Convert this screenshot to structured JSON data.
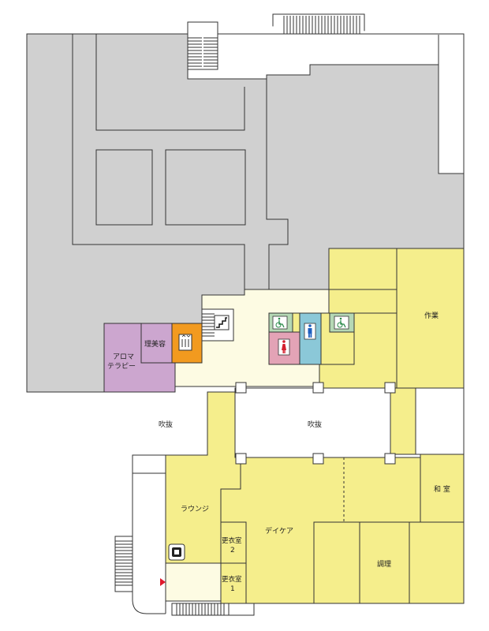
{
  "rooms": {
    "sagyo": "作業",
    "ribiyo": "理美容",
    "aroma_line1": "アロマ",
    "aroma_line2": "テラピー",
    "fukinuke_left": "吹抜",
    "fukinuke_center": "吹抜",
    "washitsu": "和 室",
    "lounge": "ラウンジ",
    "daycare": "デイケア",
    "kouishitsu2_line1": "更衣室",
    "kouishitsu2_line2": "2",
    "kouishitsu1_line1": "更衣室",
    "kouishitsu1_line2": "1",
    "chouri": "調理"
  },
  "icons": {
    "elevator": "elevator-icon",
    "stairs": "stairs-icon",
    "accessible_toilet_left": "wheelchair-icon",
    "accessible_toilet_right": "wheelchair-icon",
    "mens_toilet": "male-icon",
    "womens_toilet": "female-icon",
    "phone": "phone-icon",
    "entrance": "arrow-right-icon"
  },
  "colors": {
    "grey_area": "#d0d0d0",
    "yellow_room": "#f5ee8c",
    "cream_corridor": "#fdfbe3",
    "purple_room": "#cca6cf",
    "orange_elevator": "#f29a1f",
    "pink_toilet": "#e3a3b6",
    "blue_toilet": "#8bc8d8",
    "green_toilet": "#b5d8b5",
    "outline": "#333333",
    "entrance_arrow": "#e0192c"
  }
}
